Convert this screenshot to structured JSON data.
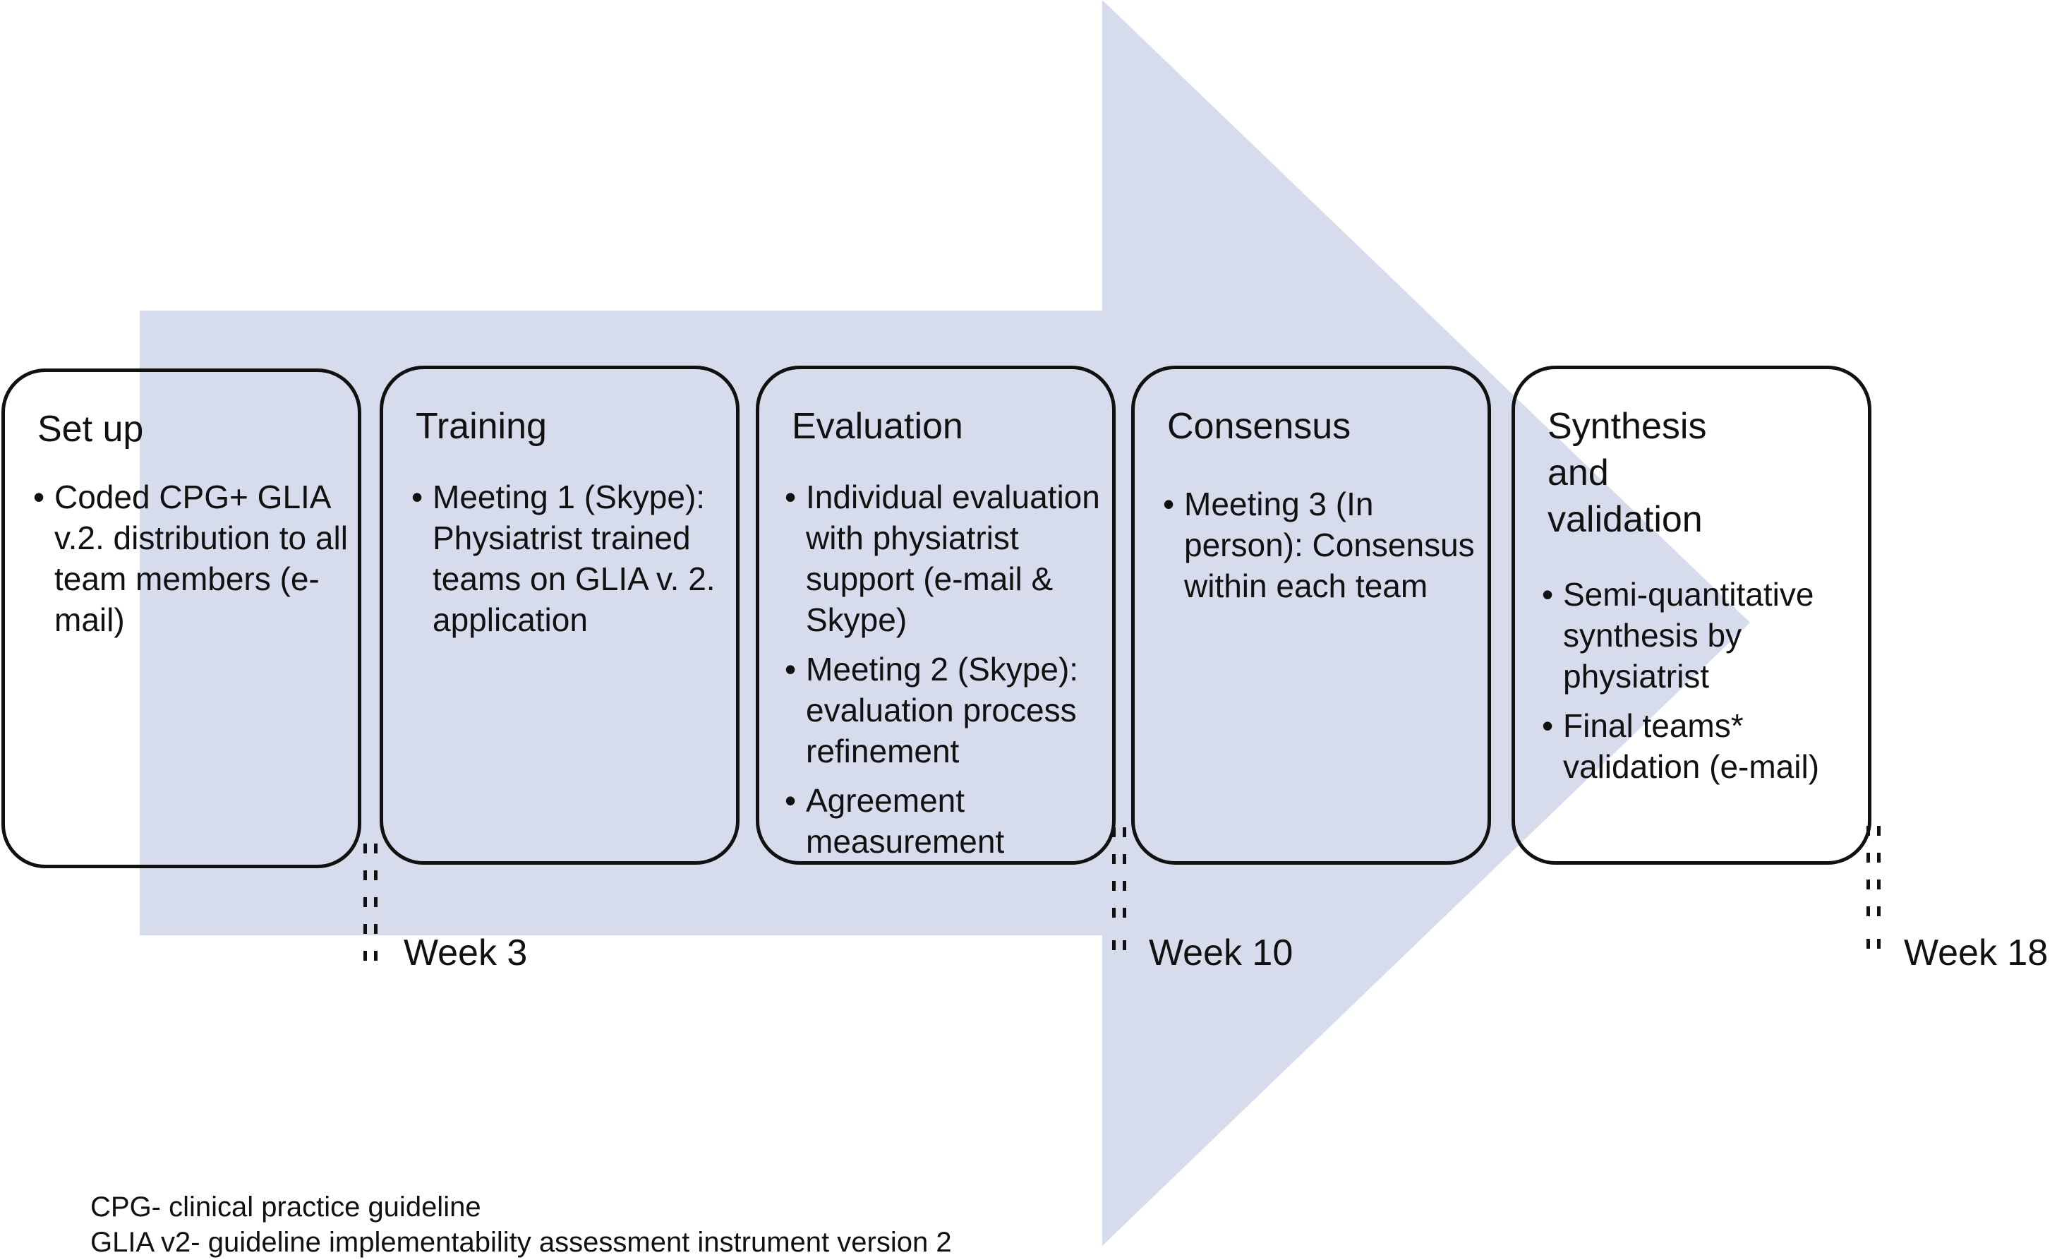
{
  "colors": {
    "arrow_fill": "#d6dcec",
    "border": "#111111"
  },
  "stages": [
    {
      "title": "Set up",
      "bullets": [
        "Coded CPG+ GLIA v.2. distribution to all team members (e-mail)"
      ]
    },
    {
      "title": "Training",
      "bullets": [
        "Meeting 1 (Skype): Physiatrist trained teams on GLIA v. 2. application"
      ]
    },
    {
      "title": "Evaluation",
      "bullets": [
        "Individual evaluation with physiatrist support (e-mail & Skype)",
        "Meeting 2 (Skype): evaluation process refinement",
        "Agreement measurement"
      ]
    },
    {
      "title": "Consensus",
      "bullets": [
        "Meeting 3 (In person): Consensus within each team"
      ]
    },
    {
      "title": "Synthesis and validation",
      "bullets": [
        "Semi-quantitative synthesis by physiatrist",
        "Final teams* validation (e-mail)"
      ]
    }
  ],
  "milestones": [
    "Week 3",
    "Week 10",
    "Week 18"
  ],
  "footnotes": [
    "CPG- clinical practice guideline",
    "GLIA v2- guideline implementability assessment instrument version 2"
  ]
}
